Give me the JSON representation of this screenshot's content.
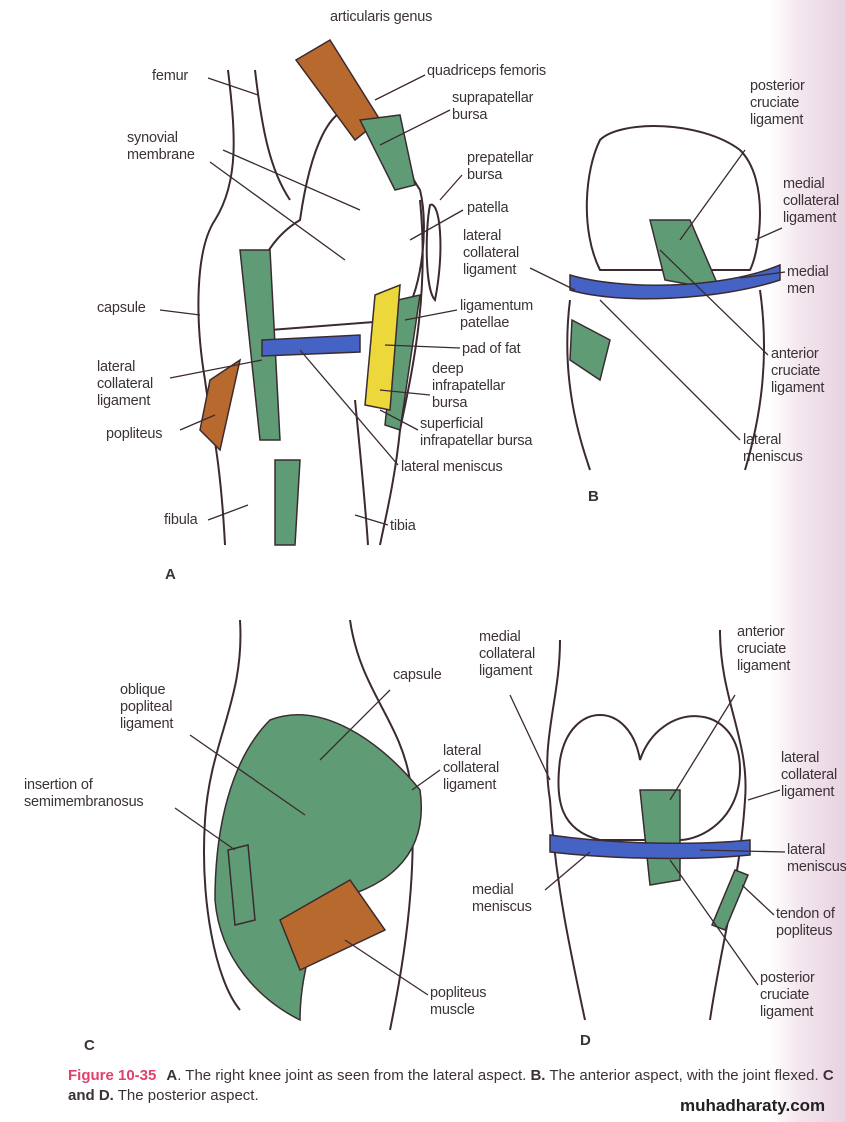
{
  "panel_a": {
    "tag": "A",
    "labels": [
      "articularis genus",
      "femur",
      "quadriceps femoris",
      "suprapatellar\nbursa",
      "synovial\nmembrane",
      "prepatellar\nbursa",
      "patella",
      "lateral\ncollateral\nligament",
      "capsule",
      "ligamentum\npatellae",
      "pad of fat",
      "deep\ninfrapatellar\nbursa",
      "lateral\ncollateral\nligament",
      "popliteus",
      "superficial\ninfrapatellar bursa",
      "lateral meniscus",
      "fibula",
      "tibia"
    ]
  },
  "panel_b": {
    "tag": "B",
    "labels": [
      "posterior\ncruciate\nligament",
      "medial\ncollateral\nligament",
      "medial men",
      "anterior\ncruciate\nligament",
      "lateral\nmeniscus"
    ]
  },
  "panel_c": {
    "tag": "C",
    "labels": [
      "capsule",
      "oblique\npopliteal\nligament",
      "insertion of\nsemimembranosus",
      "lateral\ncollateral\nligament",
      "popliteus\nmuscle"
    ]
  },
  "panel_d": {
    "tag": "D",
    "labels": [
      "medial\ncollateral\nligament",
      "anterior\ncruciate\nligament",
      "lateral\ncollateral\nligament",
      "medial\nmeniscus",
      "lateral\nmeniscus",
      "tendon of\npopliteus",
      "posterior\ncruciate\nligament"
    ]
  },
  "caption": {
    "figure": "Figure 10-35",
    "a_tag": "A",
    "a_text": ". The right knee joint as seen from the lateral aspect. ",
    "b_tag": "B.",
    "b_text": " The anterior aspect, with the joint flexed. ",
    "cd_tag": "C and D.",
    "cd_text": " The posterior aspect."
  },
  "watermark": "muhadharaty.com",
  "colors": {
    "muscle": "#b8692e",
    "ligament": "#5f9c76",
    "meniscus": "#4563c4",
    "fat": "#ecd83a",
    "caption_accent": "#e0406a"
  }
}
